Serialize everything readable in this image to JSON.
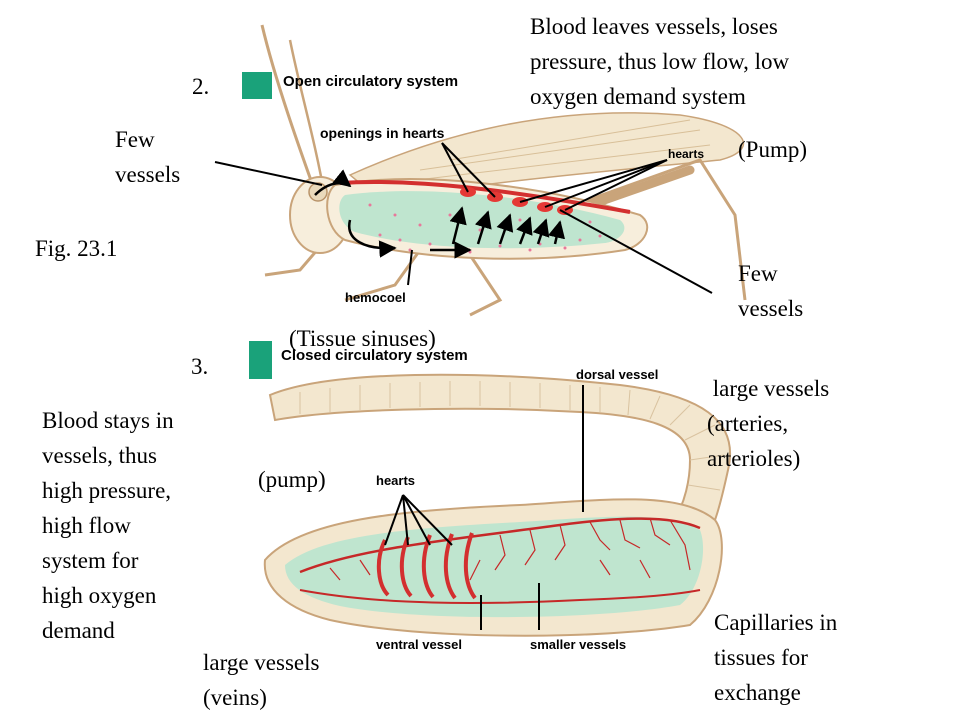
{
  "open_system": {
    "number": "2.",
    "title": "Open circulatory system",
    "caption_lines": [
      "Blood leaves vessels, loses",
      "pressure, thus low flow, low",
      "oxygen demand system"
    ],
    "openings_label": "openings in hearts",
    "hearts_label": "hearts",
    "pump_label": "(Pump)",
    "few_vessels_left": [
      "Few",
      "vessels"
    ],
    "few_vessels_right": [
      "Few",
      "vessels"
    ],
    "hemocoel_label": "hemocoel",
    "tissue_sinuses_label": "(Tissue sinuses)",
    "box_color": "#1aa27a"
  },
  "figure_label": "Fig. 23.1",
  "closed_system": {
    "number": "3.",
    "title": "Closed circulatory system",
    "dorsal_vessel_label": "dorsal vessel",
    "large_vessels_arteries": [
      " large vessels",
      "(arteries,",
      "arterioles)"
    ],
    "caption_lines": [
      "Blood stays in",
      "vessels, thus",
      "high pressure,",
      "high flow",
      "system for",
      "high oxygen",
      "demand"
    ],
    "pump_label": "(pump)",
    "hearts_label": "hearts",
    "ventral_vessel_label": "ventral vessel",
    "smaller_vessels_label": "smaller vessels",
    "large_vessels_veins": [
      "large vessels",
      "(veins)"
    ],
    "capillaries_lines": [
      "Capillaries in",
      "tissues for",
      "exchange"
    ],
    "box_color": "#1aa27a"
  }
}
